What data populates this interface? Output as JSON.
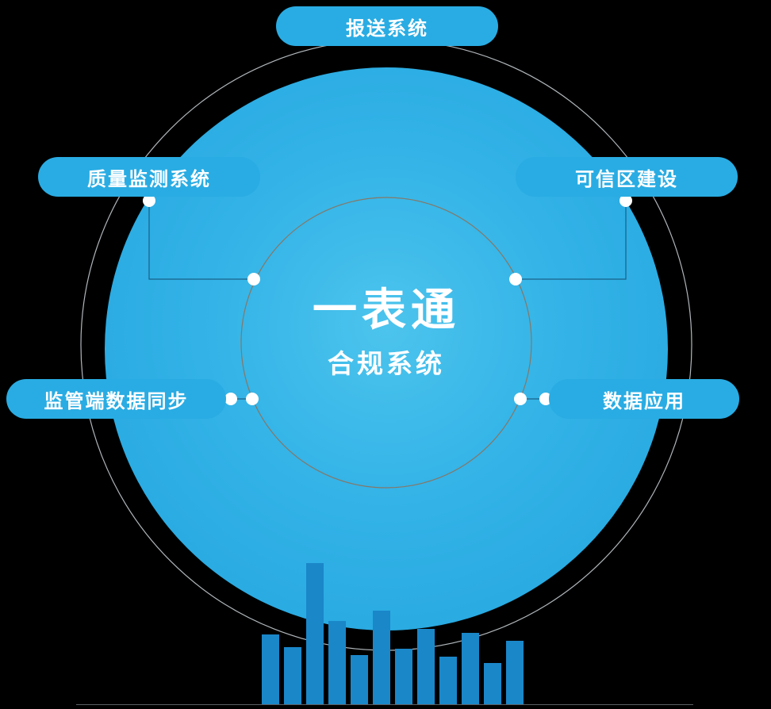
{
  "center": {
    "title": "一表通",
    "subtitle": "合规系统"
  },
  "nodes": [
    {
      "id": "top",
      "label": "报送系统"
    },
    {
      "id": "left-upper",
      "label": "质量监测系统"
    },
    {
      "id": "right-upper",
      "label": "可信区建设"
    },
    {
      "id": "left-lower",
      "label": "监管端数据同步"
    },
    {
      "id": "right-lower",
      "label": "数据应用"
    }
  ],
  "colors": {
    "primary_blue": "#29ace3",
    "bar_blue": "#1a87c9",
    "background": "#000000",
    "text": "#ffffff",
    "outer_ring": "#cfd6da",
    "inner_ring": "#8a7460"
  },
  "decor_bars": {
    "heights": [
      88,
      72,
      178,
      105,
      62,
      118,
      70,
      95,
      60,
      90,
      52,
      80
    ]
  }
}
